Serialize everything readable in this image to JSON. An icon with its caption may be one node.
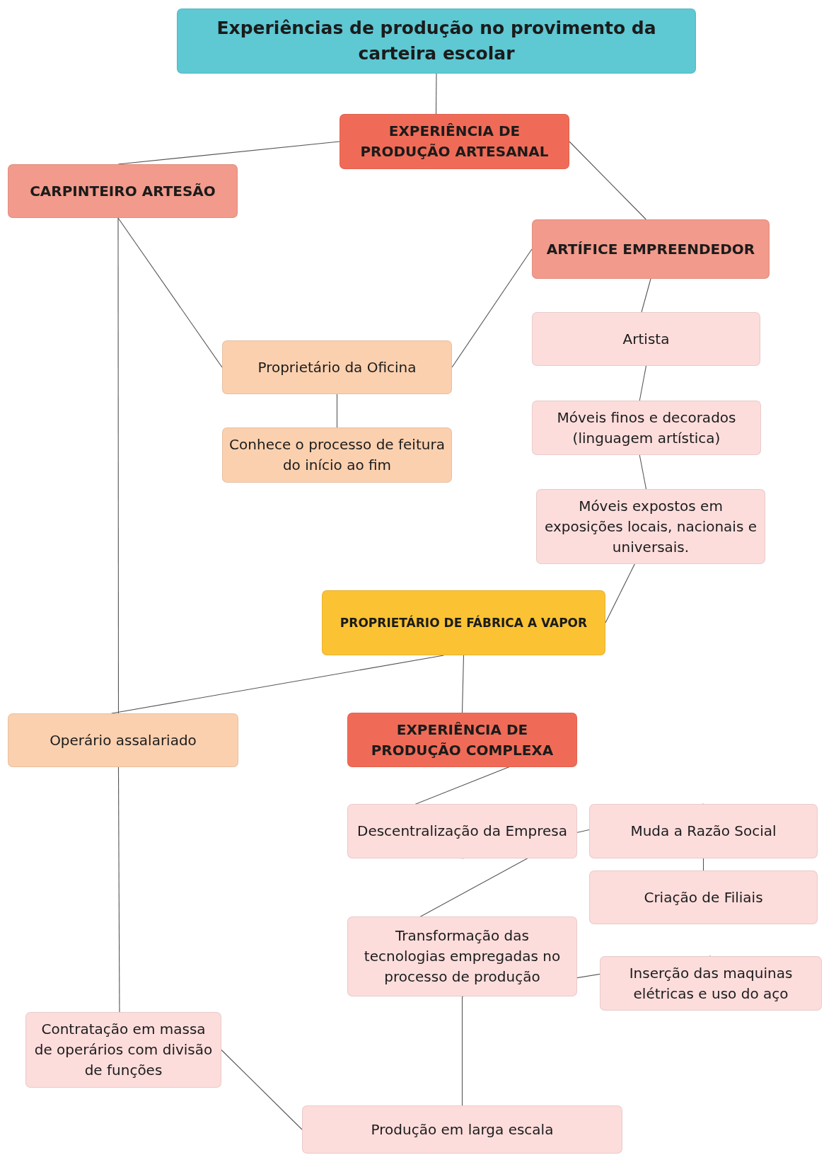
{
  "diagram": {
    "nodes": [
      {
        "text": [
          "Experiências de produção no provimento da carteira escolar"
        ]
      },
      {
        "text": [
          "EXPERIÊNCIA DE PRODUÇÃO ARTESANAL"
        ]
      },
      {
        "text": [
          "CARPINTEIRO ARTESÃO"
        ]
      },
      {
        "text": [
          "ARTÍFICE EMPREENDEDOR"
        ]
      },
      {
        "text": [
          "Proprietário da Oficina"
        ]
      },
      {
        "text": [
          "Artista"
        ]
      },
      {
        "text": [
          "Conhece o processo de feitura do início ao fim"
        ]
      },
      {
        "text": [
          "Móveis finos e decorados (linguagem artística)"
        ]
      },
      {
        "text": [
          "Móveis expostos em exposições locais, nacionais e universais."
        ]
      },
      {
        "text": [
          "PROPRIETÁRIO DE FÁBRICA A VAPOR"
        ]
      },
      {
        "text": [
          "Operário assalariado"
        ]
      },
      {
        "text": [
          "EXPERIÊNCIA DE PRODUÇÃO COMPLEXA"
        ]
      },
      {
        "text": [
          "Descentralização da Empresa"
        ]
      },
      {
        "text": [
          "Muda a Razão Social"
        ]
      },
      {
        "text": [
          "Criação de Filiais"
        ]
      },
      {
        "text": [
          "Transformação das tecnologias empregadas no processo de produção"
        ]
      },
      {
        "text": [
          "Inserção das maquinas elétricas e uso do aço"
        ]
      },
      {
        "text": [
          "Contratação em massa de operários com divisão de funções"
        ]
      },
      {
        "text": [
          "Produção em larga escala"
        ]
      }
    ],
    "edges": [
      {
        "from": 0,
        "to": 1,
        "arrow": "none"
      },
      {
        "from": 1,
        "to": 2,
        "arrow": "none"
      },
      {
        "from": 1,
        "to": 3,
        "arrow": "none"
      },
      {
        "from": 2,
        "to": 10,
        "arrow": "none"
      },
      {
        "from": 2,
        "to": 4,
        "arrow": "none"
      },
      {
        "from": 3,
        "to": 4,
        "arrow": "none"
      },
      {
        "from": 3,
        "to": 5,
        "arrow": "none"
      },
      {
        "from": 4,
        "to": 6,
        "arrow": "none"
      },
      {
        "from": 5,
        "to": 7,
        "arrow": "none"
      },
      {
        "from": 7,
        "to": 8,
        "arrow": "none"
      },
      {
        "from": 8,
        "to": 9,
        "arrow": "none"
      },
      {
        "from": 9,
        "to": 10,
        "arrow": "none"
      },
      {
        "from": 9,
        "to": 11,
        "arrow": "none"
      },
      {
        "from": 11,
        "to": 12,
        "arrow": "none"
      },
      {
        "from": 12,
        "to": 13,
        "arrow": "none"
      },
      {
        "from": 13,
        "to": 14,
        "arrow": "none"
      },
      {
        "from": 12,
        "to": 15,
        "arrow": "none"
      },
      {
        "from": 15,
        "to": 16,
        "arrow": "none"
      },
      {
        "from": 15,
        "to": 18,
        "arrow": "none"
      },
      {
        "from": 10,
        "to": 17,
        "arrow": "none"
      },
      {
        "from": 17,
        "to": 18,
        "arrow": "none"
      }
    ]
  }
}
